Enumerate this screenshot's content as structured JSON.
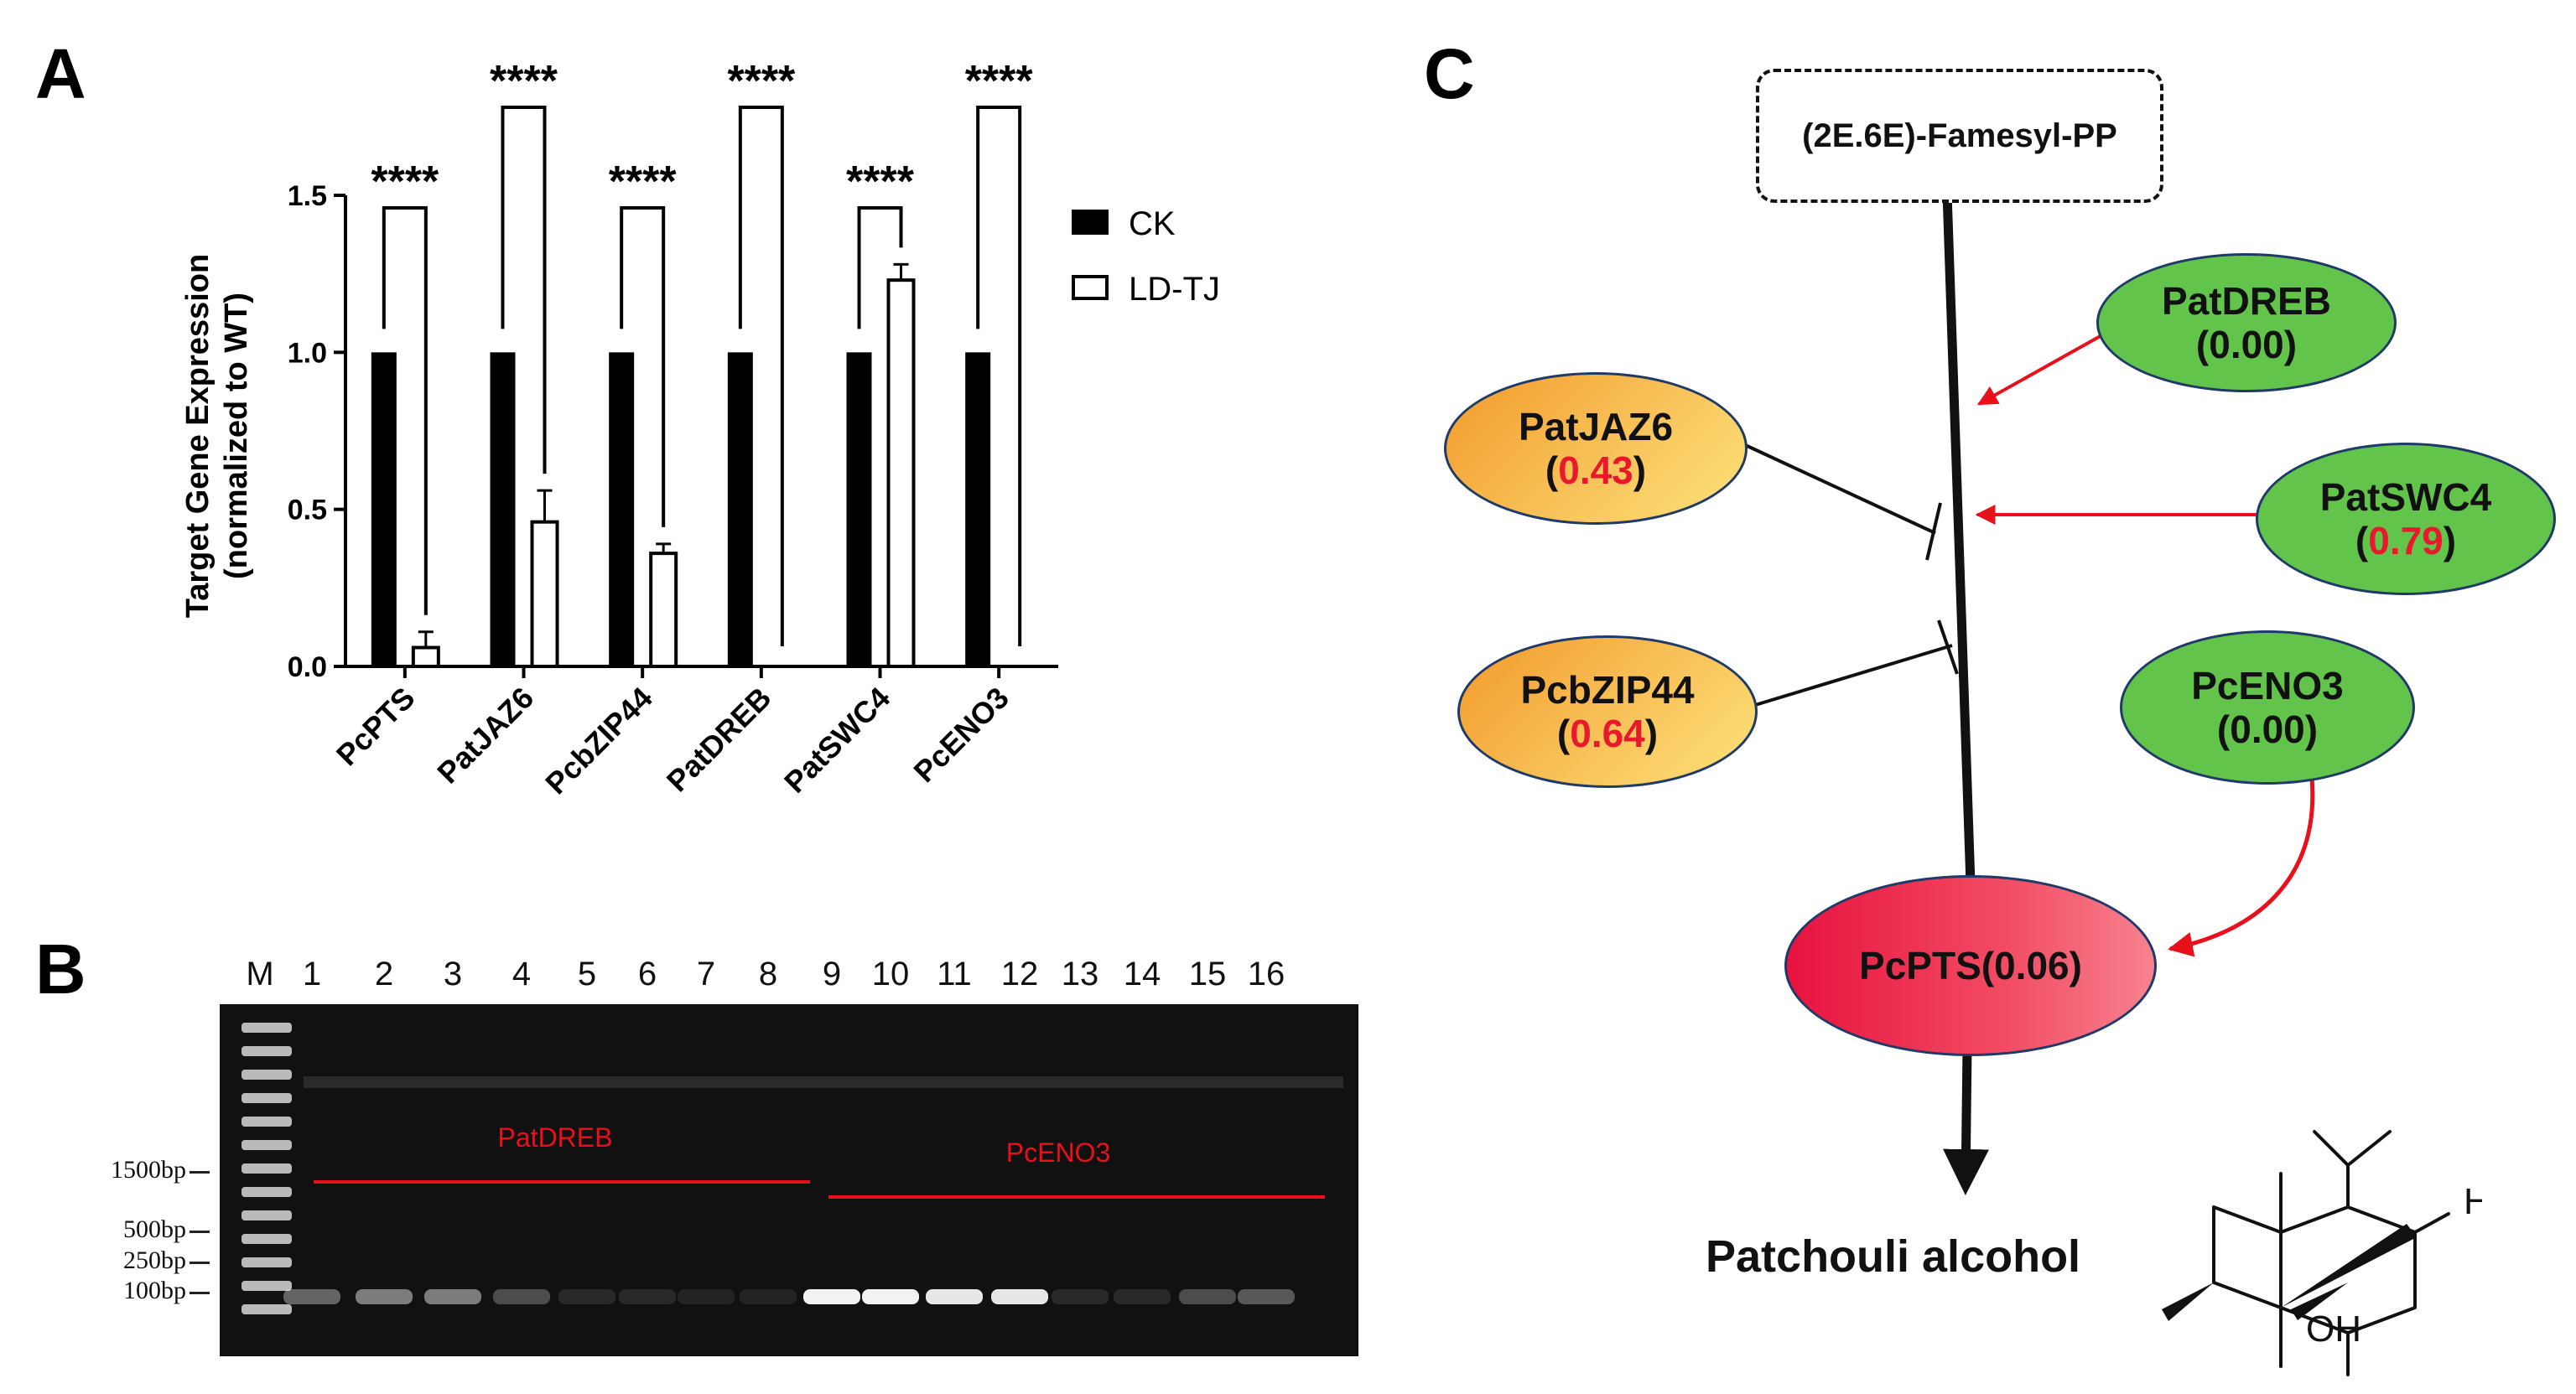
{
  "panels": {
    "a": "A",
    "b": "B",
    "c": "C"
  },
  "chart_data": {
    "type": "bar",
    "categories": [
      "PcPTS",
      "PatJAZ6",
      "PcbZIP44",
      "PatDREB",
      "PatSWC4",
      "PcENO3"
    ],
    "series": [
      {
        "name": "CK",
        "values": [
          1.0,
          1.0,
          1.0,
          1.0,
          1.0,
          1.0
        ],
        "errors": [
          0,
          0,
          0,
          0,
          0,
          0
        ],
        "fill": "#000000"
      },
      {
        "name": "LD-TJ",
        "values": [
          0.06,
          0.46,
          0.36,
          0.0,
          1.23,
          0.0
        ],
        "errors": [
          0.05,
          0.1,
          0.03,
          0,
          0.05,
          0
        ],
        "fill": "#ffffff"
      }
    ],
    "ylabel_line1": "Target Gene Expression",
    "ylabel_line2": "(normalized to WT)",
    "ylim": [
      0,
      1.5
    ],
    "yticks": [
      "0.0",
      "0.5",
      "1.0",
      "1.5"
    ],
    "significance": [
      "****",
      "****",
      "****",
      "****",
      "****",
      "****"
    ],
    "legend": [
      "CK",
      "LD-TJ"
    ],
    "legend_position": "right"
  },
  "gel": {
    "lane_labels": [
      "M",
      "1",
      "2",
      "3",
      "4",
      "5",
      "6",
      "7",
      "8",
      "9",
      "10",
      "11",
      "12",
      "13",
      "14",
      "15",
      "16"
    ],
    "size_markers": [
      "1500bp",
      "500bp",
      "250bp",
      "100bp"
    ],
    "group_labels": [
      "PatDREB",
      "PcENO3"
    ],
    "group_color": "#e8101a"
  },
  "pathway": {
    "substrate": "(2E.6E)-Famesyl-PP",
    "nodes": {
      "patdreb": {
        "name": "PatDREB",
        "open": "(",
        "value": "0.00",
        "close": ")",
        "highlight": false
      },
      "patjaz6": {
        "name": "PatJAZ6",
        "open": "(",
        "value": "0.43",
        "close": ")",
        "highlight": true
      },
      "patswc4": {
        "name": "PatSWC4",
        "open": "(",
        "value": "0.79",
        "close": ")",
        "highlight": true
      },
      "pcbzip44": {
        "name": "PcbZIP44",
        "open": "(",
        "value": "0.64",
        "close": ")",
        "highlight": true
      },
      "pceno3": {
        "name": "PcENO3",
        "open": "(",
        "value": "0.00",
        "close": ")",
        "highlight": false
      },
      "pcpts": {
        "name": "PcPTS(0.06)"
      }
    },
    "product": "Patchouli alcohol",
    "structure": {
      "h": "H",
      "oh": "OH"
    },
    "activation_color": "#e8101a",
    "inhibition_color": "#111111"
  }
}
